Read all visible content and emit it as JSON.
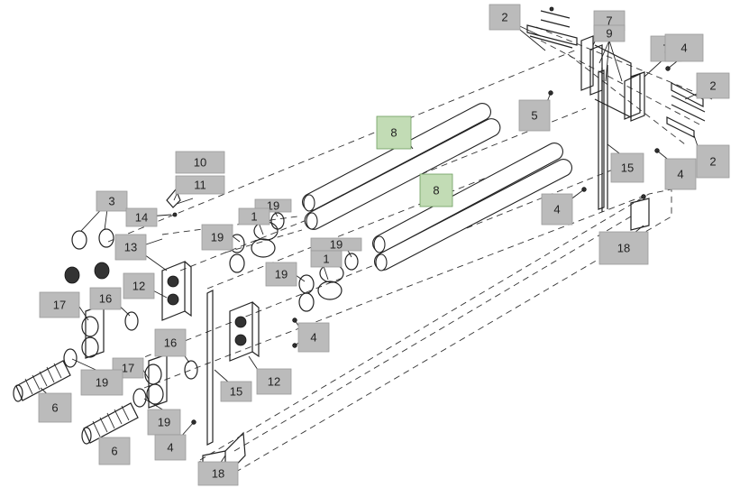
{
  "callouts": [
    {
      "label": "2"
    },
    {
      "label": "7"
    },
    {
      "label": "9"
    },
    {
      "label": "7"
    },
    {
      "label": "4"
    },
    {
      "label": "2"
    },
    {
      "label": "5"
    },
    {
      "label": "8"
    },
    {
      "label": "15"
    },
    {
      "label": "4"
    },
    {
      "label": "2"
    },
    {
      "label": "10"
    },
    {
      "label": "11"
    },
    {
      "label": "8"
    },
    {
      "label": "4"
    },
    {
      "label": "3"
    },
    {
      "label": "14"
    },
    {
      "label": "19"
    },
    {
      "label": "1"
    },
    {
      "label": "19"
    },
    {
      "label": "18"
    },
    {
      "label": "13"
    },
    {
      "label": "19"
    },
    {
      "label": "1"
    },
    {
      "label": "19"
    },
    {
      "label": "12"
    },
    {
      "label": "17"
    },
    {
      "label": "16"
    },
    {
      "label": "4"
    },
    {
      "label": "16"
    },
    {
      "label": "17"
    },
    {
      "label": "12"
    },
    {
      "label": "19"
    },
    {
      "label": "15"
    },
    {
      "label": "6"
    },
    {
      "label": "19"
    },
    {
      "label": "4"
    },
    {
      "label": "6"
    },
    {
      "label": "18"
    }
  ],
  "highlighted_parts": [
    "8"
  ],
  "colors": {
    "highlight_fill": "#c2dcb5",
    "callout_fill": "#bbbbbb",
    "line": "#222222"
  }
}
